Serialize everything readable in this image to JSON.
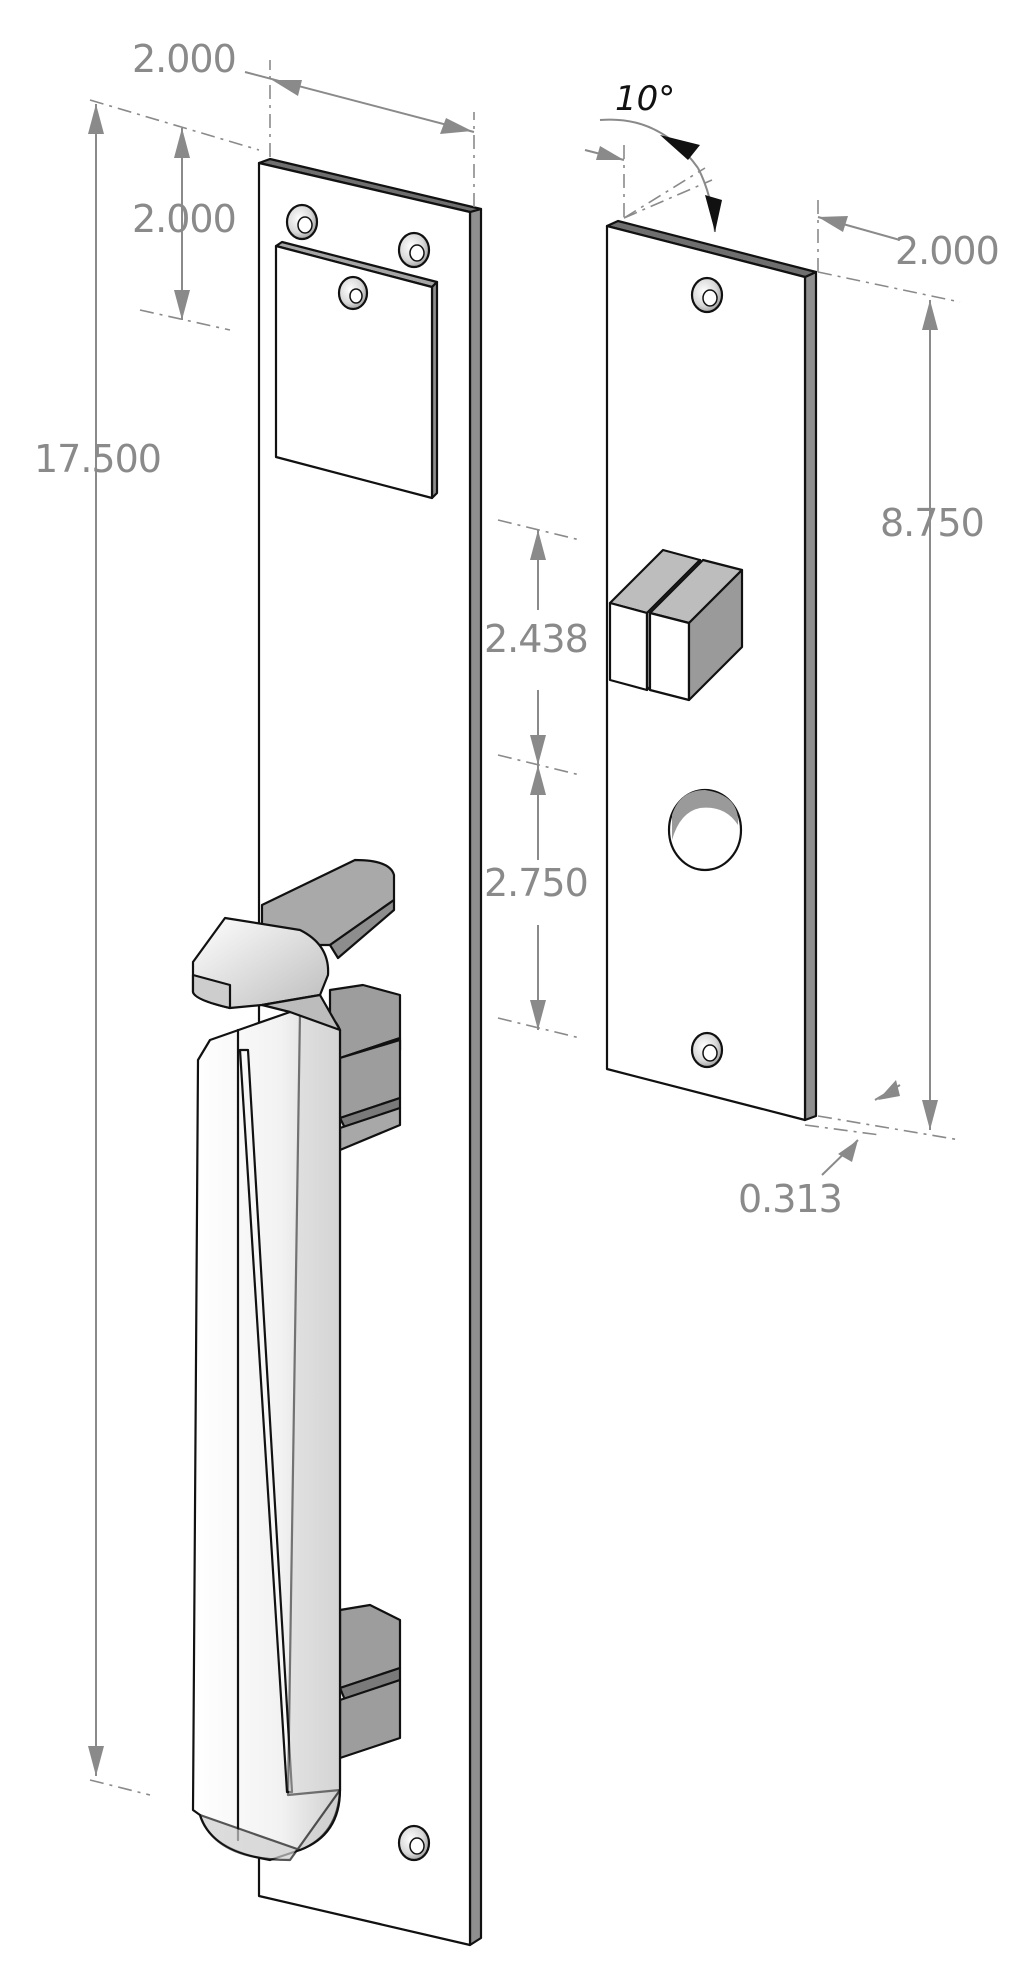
{
  "dimensions": {
    "left_plate_width": "2.000",
    "left_top_offset": "2.000",
    "left_height": "17.500",
    "right_angle": "10°",
    "right_width": "2.000",
    "right_height": "8.750",
    "button_offset": "2.438",
    "cylinder_offset": "2.750",
    "thickness": "0.313"
  },
  "colors": {
    "face": "#ffffff",
    "edge_dark": "#666666",
    "edge_mid": "#9a9a9a",
    "dimension": "#8a8a8a"
  }
}
